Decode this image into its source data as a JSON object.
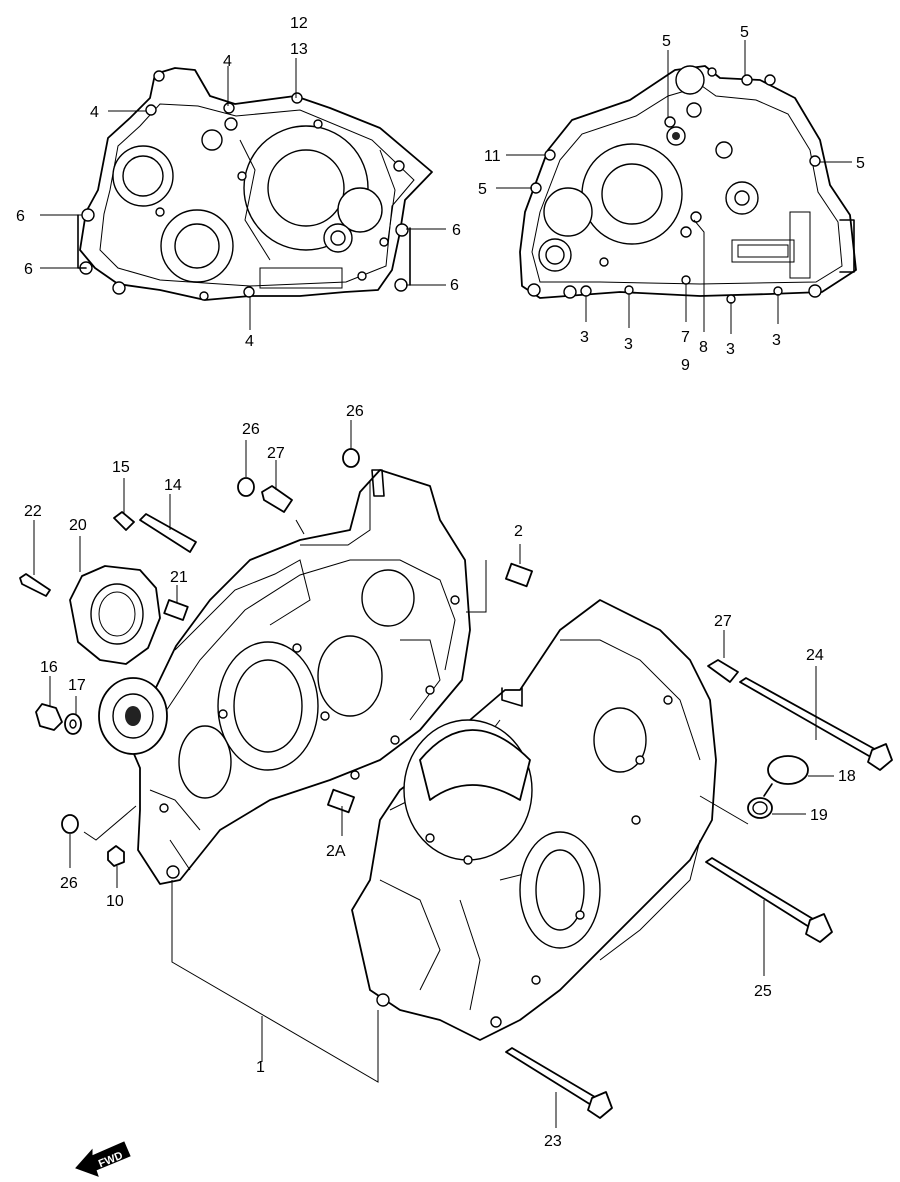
{
  "callouts": {
    "c12": "12",
    "c13": "13",
    "lt_4a": "4",
    "lt_4b": "4",
    "lt_4c": "4",
    "lt_6a": "6",
    "lt_6b": "6",
    "lt_6c": "6",
    "lt_6d": "6",
    "rt_5a": "5",
    "rt_5b": "5",
    "rt_5c": "5",
    "rt_5d": "5",
    "c11": "11",
    "rt_3a": "3",
    "rt_3b": "3",
    "rt_3c": "3",
    "rt_3d": "3",
    "c7": "7",
    "c8": "8",
    "c9": "9",
    "c26a": "26",
    "c26b": "26",
    "c27a": "27",
    "c27b": "27",
    "c15": "15",
    "c14": "14",
    "c22": "22",
    "c20": "20",
    "c21": "21",
    "c16": "16",
    "c17": "17",
    "c10": "10",
    "c2": "2",
    "c2A": "2A",
    "c24": "24",
    "c18": "18",
    "c19": "19",
    "c25": "25",
    "c1": "1",
    "c23": "23"
  },
  "fwd_label": "FWD"
}
